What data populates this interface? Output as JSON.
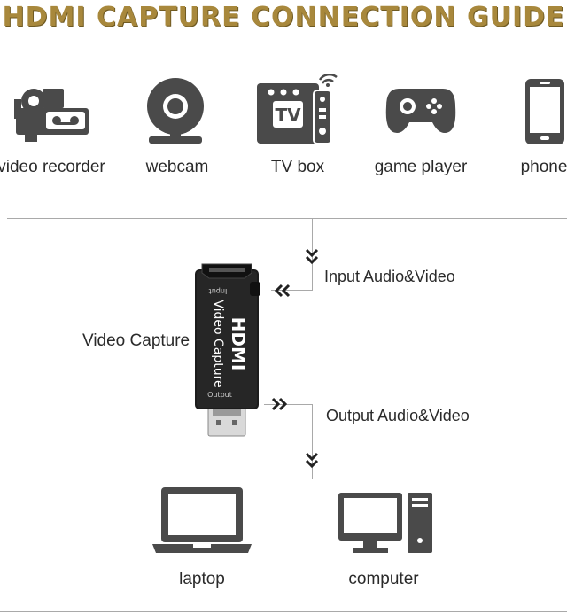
{
  "title": "HDMI CAPTURE CONNECTION GUIDE",
  "sources": [
    {
      "label": "video recorder",
      "icon": "video-recorder-icon"
    },
    {
      "label": "webcam",
      "icon": "webcam-icon"
    },
    {
      "label": "TV box",
      "icon": "tv-box-icon",
      "icon_text": "TV"
    },
    {
      "label": "game player",
      "icon": "gamepad-icon"
    },
    {
      "label": "phone",
      "icon": "phone-icon"
    }
  ],
  "device": {
    "label": "Video Capture",
    "brand": "HDMI",
    "name": "Video Capture",
    "port_in": "Input",
    "port_out": "Output"
  },
  "flow": {
    "input_label": "Input Audio&Video",
    "output_label": "Output Audio&Video"
  },
  "targets": [
    {
      "label": "laptop",
      "icon": "laptop-icon"
    },
    {
      "label": "computer",
      "icon": "computer-icon"
    }
  ],
  "colors": {
    "title_gold": "#a8883c",
    "icon_gray": "#4a4a4a",
    "line_gray": "#a9a9a9"
  }
}
